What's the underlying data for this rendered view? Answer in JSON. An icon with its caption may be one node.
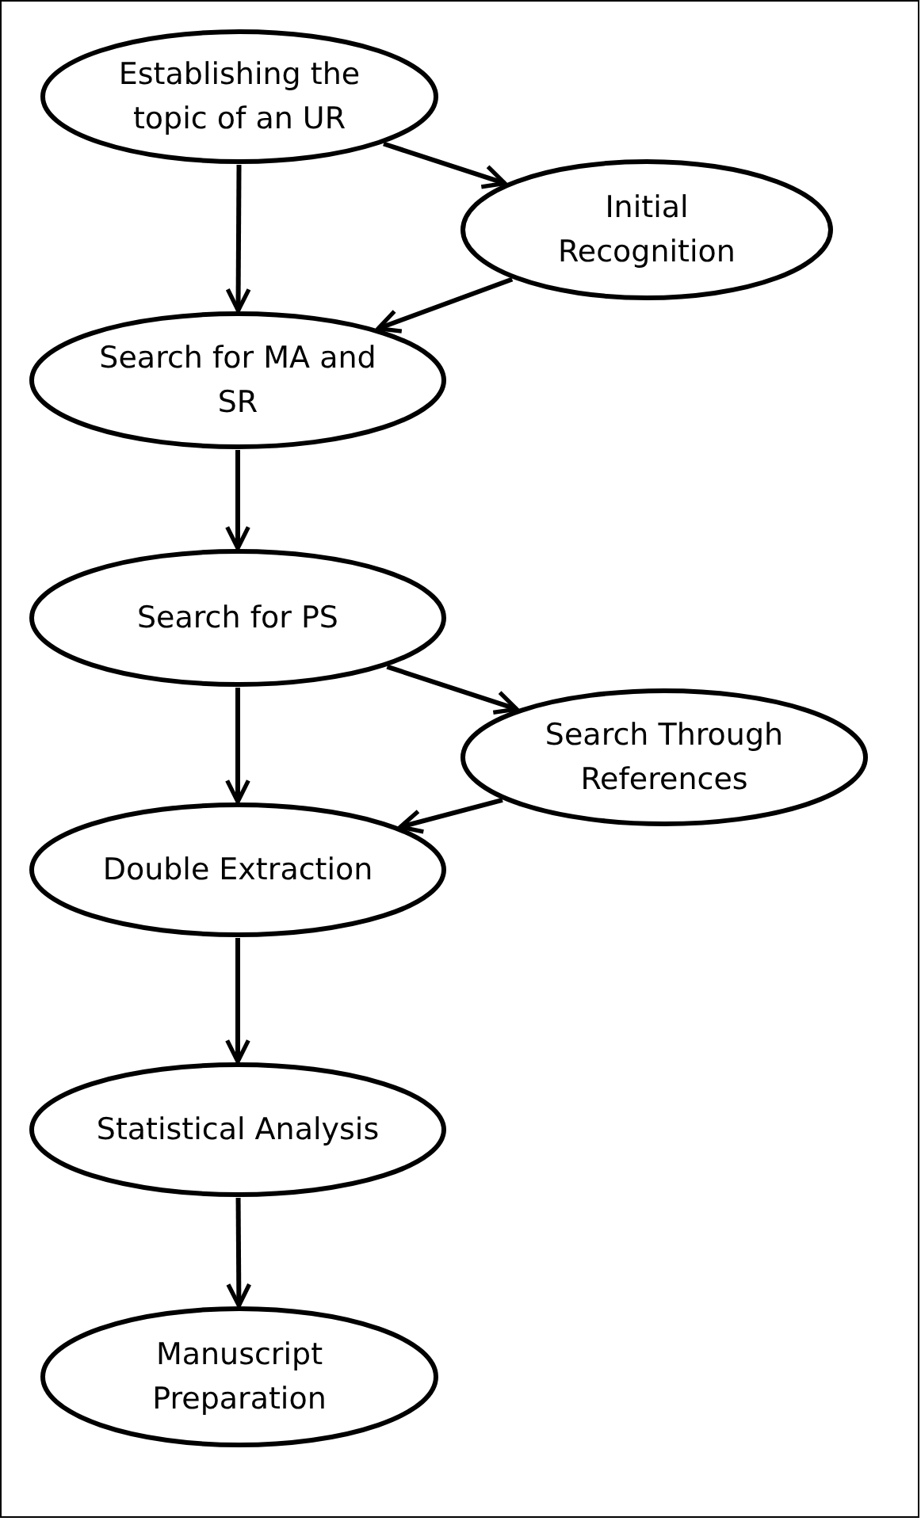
{
  "diagram": {
    "nodes": [
      {
        "text": [
          "Establishing the topic of an UR"
        ]
      },
      {
        "text": [
          "Initial Recognition"
        ]
      },
      {
        "text": [
          "Search for MA and SR"
        ]
      },
      {
        "text": [
          "Search for PS"
        ]
      },
      {
        "text": [
          "Search Through References"
        ]
      },
      {
        "text": [
          "Double Extraction"
        ]
      },
      {
        "text": [
          "Statistical Analysis"
        ]
      },
      {
        "text": [
          "Manuscript Preparation"
        ]
      }
    ],
    "edges": [
      {
        "from": 0,
        "to": 1,
        "arrow": "to"
      },
      {
        "from": 0,
        "to": 2,
        "arrow": "to"
      },
      {
        "from": 1,
        "to": 2,
        "arrow": "to"
      },
      {
        "from": 2,
        "to": 3,
        "arrow": "to"
      },
      {
        "from": 3,
        "to": 4,
        "arrow": "to"
      },
      {
        "from": 3,
        "to": 5,
        "arrow": "to"
      },
      {
        "from": 4,
        "to": 5,
        "arrow": "to"
      },
      {
        "from": 5,
        "to": 6,
        "arrow": "to"
      },
      {
        "from": 6,
        "to": 7,
        "arrow": "to"
      }
    ]
  }
}
